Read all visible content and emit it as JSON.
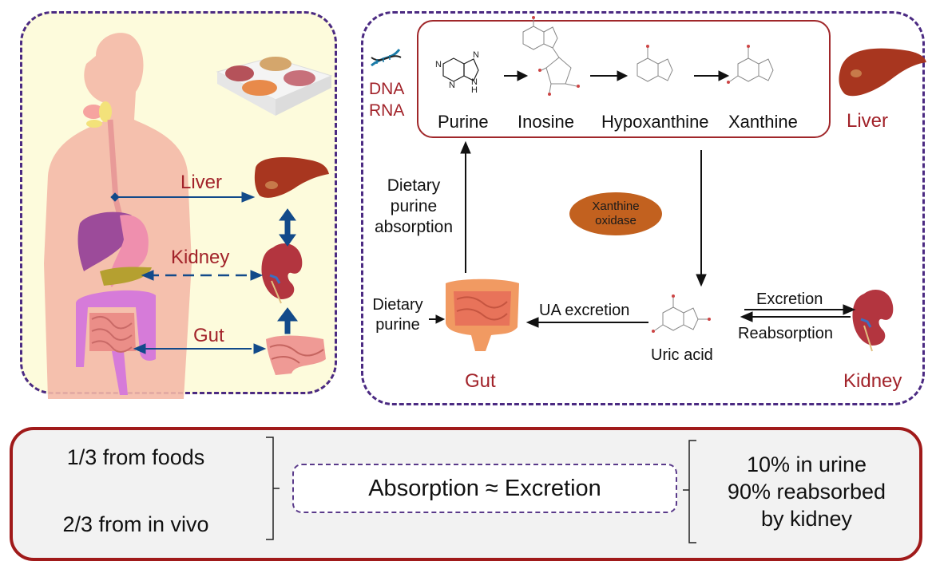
{
  "left_panel": {
    "labels": {
      "liver": "Liver",
      "kidney": "Kidney",
      "gut": "Gut"
    },
    "images": [
      "human-body-digestive-system",
      "food-tray",
      "liver-organ",
      "kidney-organ",
      "intestine-organ"
    ]
  },
  "right_panel": {
    "dna_rna": {
      "line1": "DNA",
      "line2": "RNA",
      "icon": "dna-helix-icon"
    },
    "pathway": {
      "molecules": [
        "Purine",
        "Inosine",
        "Hypoxanthine",
        "Xanthine"
      ]
    },
    "organs": {
      "liver": "Liver",
      "gut": "Gut",
      "kidney": "Kidney"
    },
    "enzyme": {
      "line1": "Xanthine",
      "line2": "oxidase"
    },
    "dietary_absorption": {
      "line1": "Dietary",
      "line2": "purine",
      "line3": "absorption"
    },
    "dietary_purine": {
      "line1": "Dietary",
      "line2": "purine"
    },
    "ua_excretion": "UA excretion",
    "uric_acid": "Uric acid",
    "excretion": "Excretion",
    "reabsorption": "Reabsorption"
  },
  "summary": {
    "sources": [
      "1/3 from foods",
      "2/3 from in vivo"
    ],
    "balance": "Absorption ≈ Excretion",
    "kidney_fate": [
      "10% in urine",
      "90% reabsorbed",
      "by kidney"
    ]
  },
  "colors": {
    "panel_border": "#4b2a82",
    "label_red": "#a2232a",
    "summary_border": "#a01a1a",
    "arrow_blue": "#124a8a",
    "enzyme_fill": "#c2611f",
    "left_panel_bg": "#fdfbdc"
  }
}
